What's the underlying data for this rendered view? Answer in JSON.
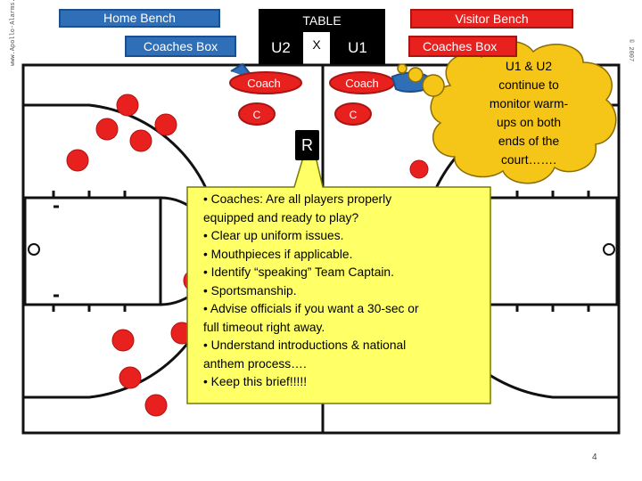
{
  "labels": {
    "home_bench": "Home Bench",
    "coaches_box_home": "Coaches Box",
    "table": "TABLE",
    "u2": "U2",
    "x": "X",
    "u1": "U1",
    "visitor_bench": "Visitor Bench",
    "coaches_box_visitor": "Coaches Box",
    "coach_home": "Coach",
    "coach_visitor": "Coach",
    "c_home": "C",
    "c_visitor": "C",
    "referee": "R"
  },
  "cloud": {
    "lines": [
      "U1 & U2",
      "continue to",
      "monitor warm-",
      "ups on both",
      "ends of the",
      "court……."
    ]
  },
  "note": {
    "lines": [
      "• Coaches: Are all players properly",
      "equipped and ready to play?",
      "• Clear up uniform issues.",
      "• Mouthpieces if applicable.",
      "• Identify “speaking” Team Captain.",
      "• Sportsmanship.",
      "• Advise officials if you want a 30-sec or",
      "full timeout right away.",
      "• Understand introductions & national",
      "anthem process….",
      "• Keep this brief!!!!!"
    ]
  },
  "watermark_left": "www.Apollo-Alarms.com",
  "watermark_right": "© 2007",
  "page_number": "4",
  "colors": {
    "home": "#2e6fb8",
    "visitor": "#e8201e",
    "table": "#000000",
    "player": "#e8201e",
    "cloud": "#f5c518",
    "note": "#ffff66"
  }
}
